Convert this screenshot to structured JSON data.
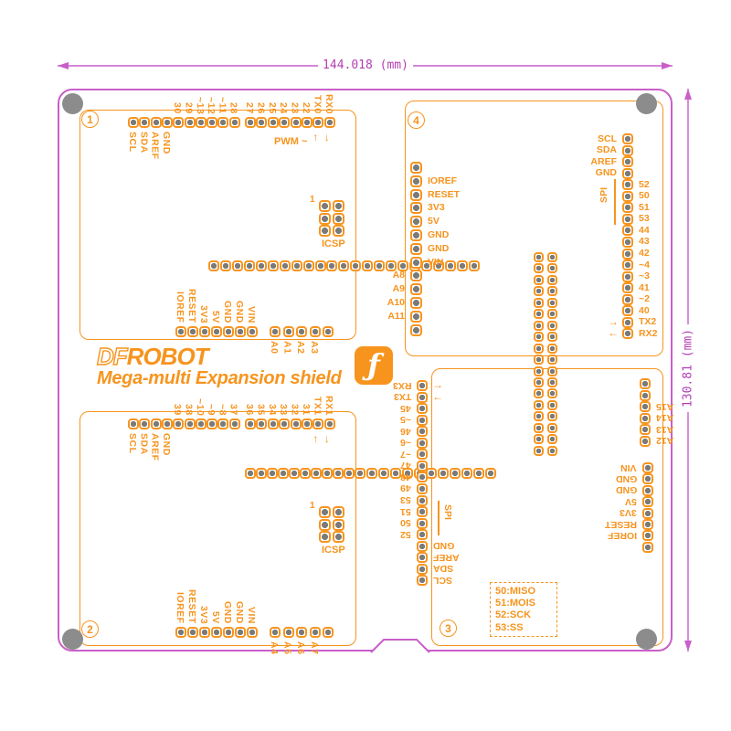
{
  "dimensions": {
    "width": "144.018 (mm)",
    "height": "130.81 (mm)"
  },
  "branding": {
    "logo_df": "DF",
    "logo_robot": "ROBOT",
    "product_name": "Mega-multi Expansion shield",
    "logo_glyph": "ƒ"
  },
  "section_numbers": {
    "s1": "1",
    "s2": "2",
    "s3": "3",
    "s4": "4"
  },
  "icsp": {
    "pin_one": "1",
    "label": "ICSP"
  },
  "pwm_label": "PWM ~",
  "spi_label": "SPI",
  "legend": [
    "50:MISO",
    "51:MOIS",
    "52:SCK",
    "53:SS"
  ],
  "headers": {
    "s1_left": {
      "below": [
        "SCL",
        "SDA",
        "AREF",
        "GND"
      ],
      "above": [
        "30",
        "29",
        "~13",
        "~12",
        "~11",
        "28"
      ]
    },
    "s1_right": {
      "above": [
        "27",
        "26",
        "25",
        "24",
        "23",
        "22",
        "TX0",
        "RX0"
      ],
      "arrows": [
        "↑",
        "↓"
      ]
    },
    "s1_power": [
      "IOREF",
      "RESET",
      "3V3",
      "5V",
      "GND",
      "GND",
      "VIN"
    ],
    "s1_analog": [
      "A0",
      "A1",
      "A2",
      "A3"
    ],
    "s2_left": {
      "below": [
        "SCL",
        "SDA",
        "AREF",
        "GND"
      ],
      "above": [
        "39",
        "38",
        "~10",
        "~9",
        "~8",
        "37"
      ]
    },
    "s2_right": {
      "above": [
        "36",
        "35",
        "34",
        "33",
        "32",
        "31",
        "TX1",
        "RX1"
      ],
      "arrows": [
        "↑",
        "↓"
      ]
    },
    "s2_power": [
      "IOREF",
      "RESET",
      "3V3",
      "5V",
      "GND",
      "GND",
      "VIN"
    ],
    "s2_analog": [
      "A4",
      "A5",
      "A6",
      "A7"
    ],
    "s4_power": [
      "IOREF",
      "RESET",
      "3V3",
      "5V",
      "GND",
      "GND",
      "VIN"
    ],
    "s4_analog": [
      "A8",
      "A9",
      "A10",
      "A11"
    ],
    "s4_edge_bus": [
      "SCL",
      "SDA",
      "AREF",
      "GND"
    ],
    "s4_edge_digital": [
      "52",
      "50",
      "51",
      "53",
      "44",
      "43",
      "42",
      "~4",
      "~3",
      "41",
      "~2",
      "40"
    ],
    "s4_edge_serial": [
      "TX2",
      "RX2"
    ],
    "s4_edge_arrows": [
      "→",
      "←"
    ],
    "s3_serial": [
      "RX3",
      "TX3"
    ],
    "s3_serial_arrows": [
      "→",
      "←"
    ],
    "s3_digital": [
      "45",
      "~5",
      "46",
      "~6",
      "~7",
      "47",
      "48",
      "49",
      "53",
      "51",
      "50",
      "52"
    ],
    "s3_bus": [
      "GND",
      "AREF",
      "SDA",
      "SCL"
    ],
    "s3_analog": [
      "A15",
      "A14",
      "A13",
      "A12"
    ],
    "s3_power": [
      "VIN",
      "GND",
      "GND",
      "5V",
      "3V3",
      "RESET",
      "IOREF"
    ]
  },
  "colors": {
    "orange": "#F7941E",
    "magenta": "#C95FC9",
    "dim_text": "#B33FB3",
    "pin_gray": "#7a7a7a",
    "hole_gray": "#8c8c8c"
  }
}
